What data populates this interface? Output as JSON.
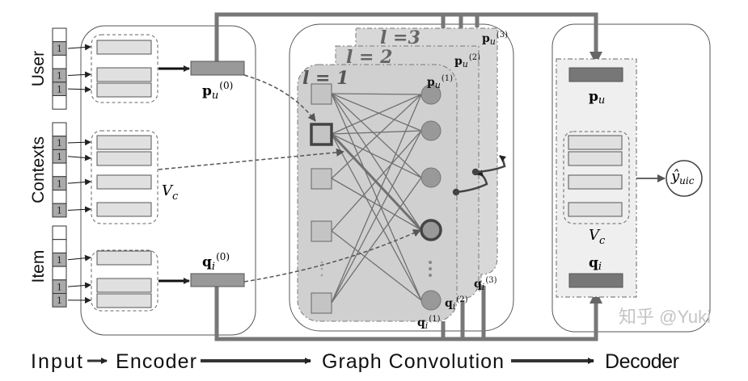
{
  "input": {
    "groups": [
      {
        "label": "User",
        "cells": [
          "",
          "1",
          "",
          "1",
          "1",
          ""
        ]
      },
      {
        "label": "Contexts",
        "cells": [
          "",
          "1",
          "1",
          "",
          "1",
          "",
          "1"
        ]
      },
      {
        "label": "Item",
        "cells": [
          "",
          "",
          "1",
          "",
          "1",
          "1"
        ]
      }
    ]
  },
  "encoder": {
    "user_embedding_label": "p",
    "user_embedding_sub": "u",
    "user_embedding_sup": "(0)",
    "item_embedding_label": "q",
    "item_embedding_sub": "i",
    "item_embedding_sup": "(0)",
    "context_set_label": "V",
    "context_set_sub": "c"
  },
  "graph_convolution": {
    "layers": [
      "l = 1",
      "l = 2",
      "l =3"
    ],
    "user_outputs": [
      {
        "base": "p",
        "sub": "u",
        "sup": "(1)"
      },
      {
        "base": "p",
        "sub": "u",
        "sup": "(2)"
      },
      {
        "base": "p",
        "sub": "u",
        "sup": "(3)"
      }
    ],
    "item_outputs": [
      {
        "base": "q",
        "sub": "i",
        "sup": "(1)"
      },
      {
        "base": "q",
        "sub": "i",
        "sup": "(2)"
      },
      {
        "base": "q",
        "sub": "i",
        "sup": "(3)"
      }
    ]
  },
  "decoder": {
    "user_label": "p",
    "user_sub": "u",
    "item_label": "q",
    "item_sub": "i",
    "context_label": "V",
    "context_sub": "c",
    "output_label": "ŷ",
    "output_sub": "uic"
  },
  "pipeline": {
    "steps": [
      "Input",
      "Encoder",
      "Graph Convolution",
      "Decoder"
    ]
  },
  "watermark": "知乎 @Yuki"
}
